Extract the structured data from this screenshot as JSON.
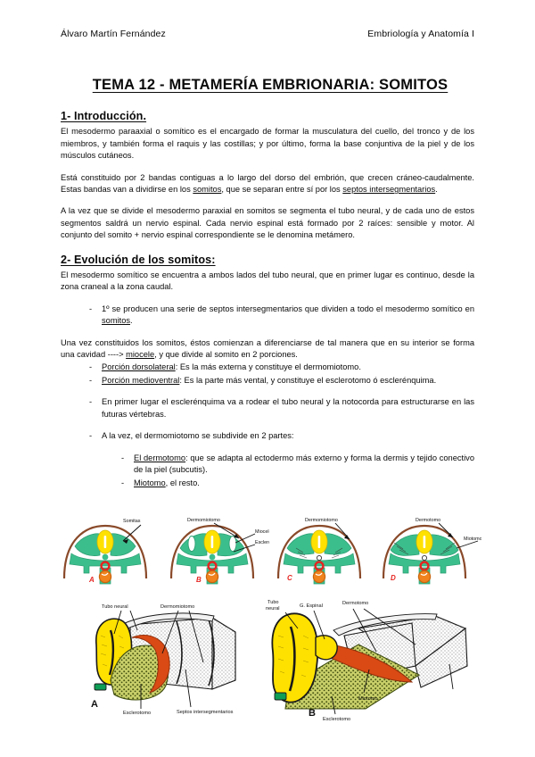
{
  "header": {
    "author": "Álvaro Martín Fernández",
    "course": "Embriología y Anatomía I"
  },
  "title": "TEMA 12 - METAMERÍA EMBRIONARIA: SOMITOS",
  "sections": [
    {
      "heading": "1- Introducción.",
      "paragraphs": [
        "El mesodermo paraaxial o somítico es el encargado de formar la musculatura del cuello, del tronco y de los miembros, y también forma el raquis y las costillas; y por último, forma la base conjuntiva de la piel y de los músculos cutáneos.",
        "Está constituido por 2 bandas contiguas a lo largo del dorso del embrión, que crecen cráneo-caudalmente. Estas bandas van a dividirse en los somitos, que se separan entre sí por los septos intersegmentarios.",
        "A la vez que se divide el mesodermo paraxial en somitos se segmenta el tubo neural, y de cada uno de estos segmentos saldrá un nervio espinal. Cada nervio espinal está formado por 2 raíces: sensible y motor. Al conjunto del somito + nervio espinal correspondiente se le denomina metámero."
      ]
    },
    {
      "heading": "2- Evolución de los somitos:",
      "paragraphs": [
        "El mesodermo somítico se encuentra a ambos lados del tubo neural, que en primer lugar es continuo, desde la zona craneal a la zona caudal.",
        "Una vez constituidos los somitos, éstos comienzan a diferenciarse de tal manera que en su interior se forma una cavidad ----> miocele, y que divide al somito en 2 porciones."
      ]
    }
  ],
  "bullets": {
    "septos": "1º se producen una serie de septos intersegmentarios que dividen a todo el mesodermo somítico en somitos.",
    "dorsolateral_label": "Porción dorsolateral",
    "dorsolateral_text": ": Es la más externa y constituye el dermomiotomo.",
    "medioventral_label": "Porción medioventral",
    "medioventral_text": ": Es la parte más vental, y constituye el esclerotomo ó esclerénquima.",
    "esclerenquima": "En primer lugar el esclerénquima va a rodear el tubo neural y la notocorda para estructurarse en las futuras vértebras.",
    "dermomiotomo_intro": "A la vez, el dermomiotomo se subdivide en 2 partes:",
    "dermotomo_label": "El dermotomo",
    "dermotomo_text": ": que se adapta al ectodermo más externo y forma la dermis y tejido conectivo de la piel (subcutis).",
    "miotomo_label": "Miotomo",
    "miotomo_text": ", el resto."
  },
  "inline_terms": {
    "somitos": "somitos",
    "septos_intersegmentarios": "septos intersegmentarios",
    "miocele": "miocele"
  },
  "figures": {
    "colors": {
      "green": "#3CBE8C",
      "yellow": "#FFE100",
      "brown": "#8A4A2A",
      "red": "#E52420",
      "orange": "#F0831E",
      "olive": "#B9C14A",
      "dark_orange": "#D94A14",
      "outline": "#1a1a1a"
    },
    "row1": [
      {
        "letter": "A",
        "labels": [
          "Somitas"
        ]
      },
      {
        "letter": "B",
        "labels": [
          "Dermomiotomo",
          "Miocele",
          "Esclerotomo"
        ]
      },
      {
        "letter": "C",
        "labels": [
          "Dermomiotomo"
        ]
      },
      {
        "letter": "D",
        "labels": [
          "Dermotomo",
          "Miotomo"
        ]
      }
    ],
    "row2": [
      {
        "letter": "A",
        "labels": [
          "Tubo neural",
          "Dermomiotomo",
          "Esclerotomo",
          "Septos intersegmentarios"
        ]
      },
      {
        "letter": "B",
        "labels": [
          "Tubo neural",
          "G. Espinal",
          "Dermotomo",
          "Miotomo",
          "Esclerotomo"
        ]
      }
    ]
  }
}
